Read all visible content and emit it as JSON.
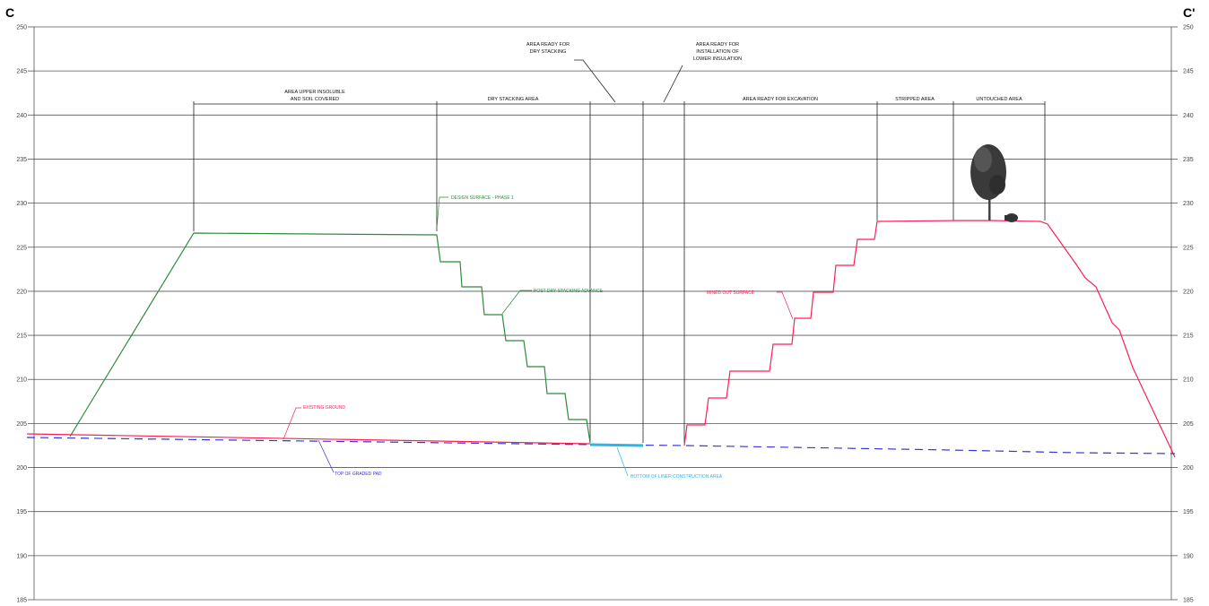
{
  "section": {
    "left_label": "C",
    "right_label": "C'"
  },
  "elevation_axis": {
    "min": 185,
    "max": 250,
    "step": 5,
    "ticks": [
      "250",
      "245",
      "240",
      "235",
      "230",
      "225",
      "220",
      "215",
      "210",
      "205",
      "200",
      "195",
      "190",
      "185"
    ]
  },
  "zones": {
    "upper": {
      "line1": "AREA UPPER INSOLUBLE",
      "line2": "AND SOIL COVERED"
    },
    "dry_stacking": {
      "text": "DRY STACKING AREA"
    },
    "ready_dry": {
      "line1": "AREA READY FOR",
      "line2": "DRY STACKING"
    },
    "ready_insulation": {
      "line1": "AREA READY FOR",
      "line2": "INSTALLATION OF",
      "line3": "LOWER INSULATION"
    },
    "ready_excavation": {
      "text": "AREA READY FOR EXCAVATION"
    },
    "stripped": {
      "text": "STRIPPED AREA"
    },
    "untouched": {
      "text": "UNTOUCHED AREA"
    }
  },
  "callouts": {
    "design_surface": "DESIGN SURFACE - PHASE 1",
    "post_advance": "POST DRY STACKING ADVANCE",
    "mined_out": "MINED OUT SURFACE",
    "existing": "EXISTING GROUND",
    "top_pad": "TOP OF GRADED PAD",
    "bottom_liner": "BOTTOM OF LINER CONSTRUCTION AREA"
  },
  "colors": {
    "green": "#2e8b3e",
    "red": "#ff1e57",
    "blue": "#3535d6",
    "cyan": "#29b6e8",
    "grid": "#555555"
  }
}
